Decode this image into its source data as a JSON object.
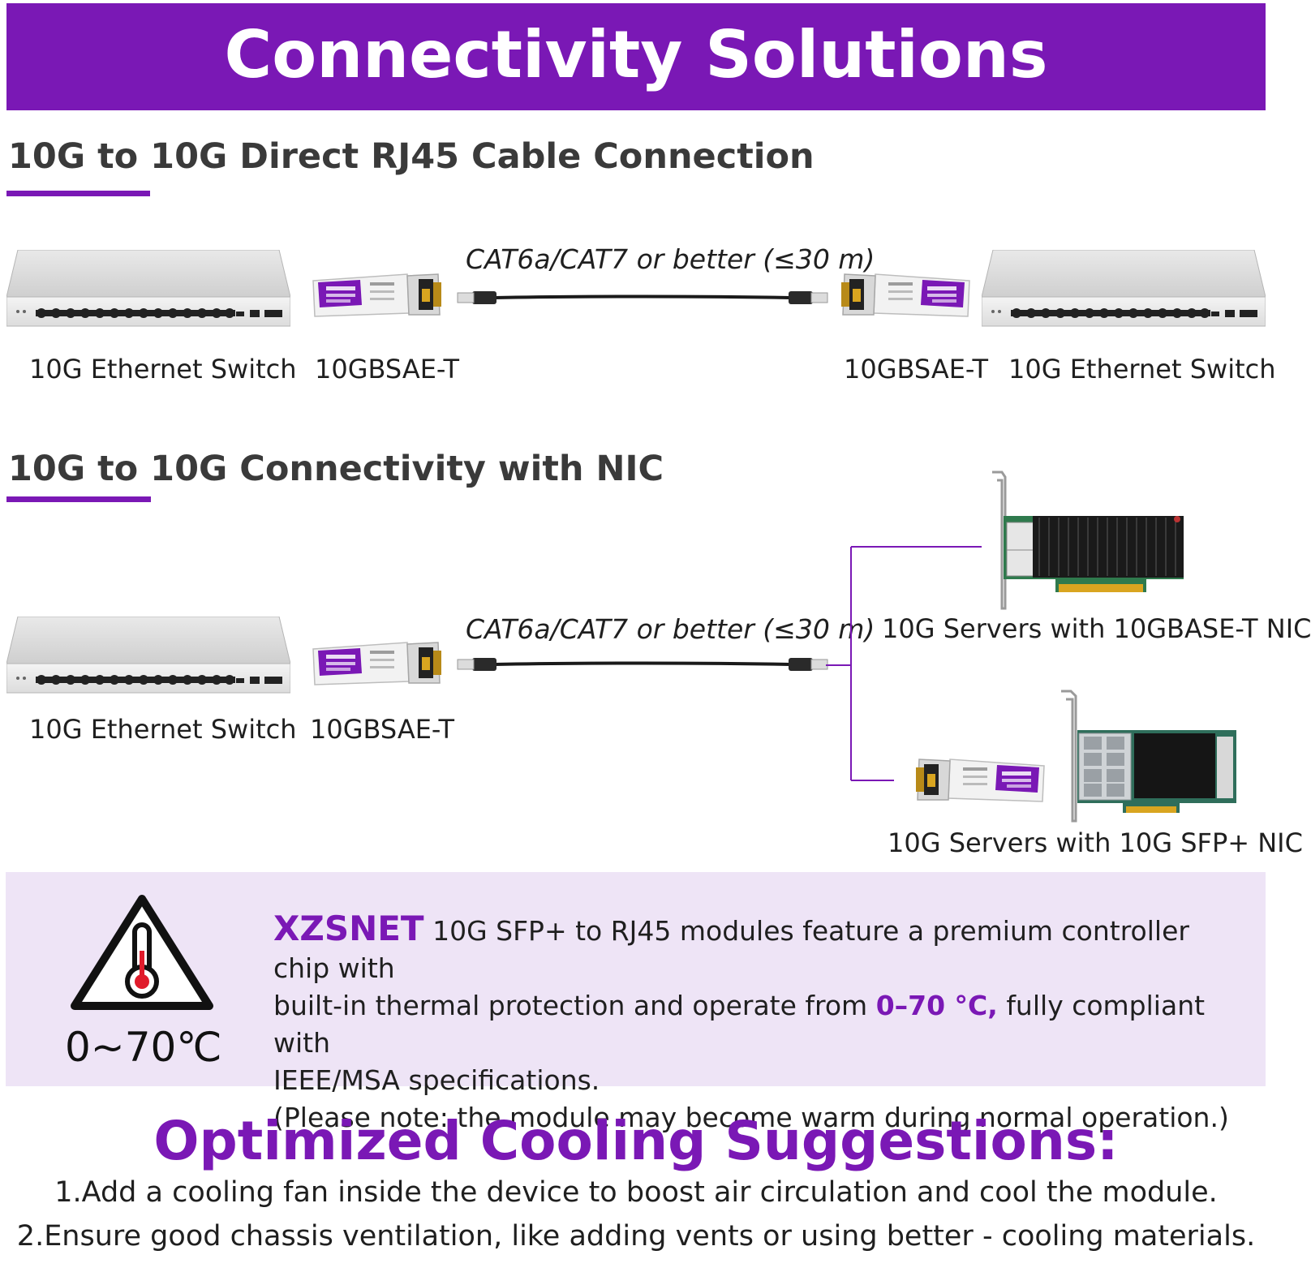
{
  "header": {
    "title": "Connectivity Solutions"
  },
  "section1": {
    "title": "10G to 10G Direct RJ45 Cable Connection",
    "cable_label": "CAT6a/CAT7 or better (≤30 m)",
    "left_switch_label": "10G Ethernet Switch",
    "left_module_label": "10GBSAE-T",
    "right_module_label": "10GBSAE-T",
    "right_switch_label": "10G Ethernet Switch"
  },
  "section2": {
    "title": "10G to 10G Connectivity with NIC",
    "cable_label": "CAT6a/CAT7 or better (≤30 m)",
    "switch_label": "10G Ethernet Switch",
    "module_label": "10GBSAE-T",
    "server1_label": "10G Servers with 10GBASE-T NIC",
    "server2_label": "10G Servers with 10G SFP+ NIC"
  },
  "note": {
    "brand": "XZSNET",
    "line1": "10G SFP+ to RJ45 modules feature a premium controller chip with",
    "line2_pre": "built-in thermal protection and operate from ",
    "temp_range": "0–70 °C,",
    "line2_post": " fully compliant with",
    "line3": "IEEE/MSA specifications.",
    "line4": "(Please note: the module may become warm during normal operation.)",
    "temp_icon_label": "0~70℃",
    "icon": "thermometer-warning-icon"
  },
  "cooling": {
    "title": "Optimized Cooling Suggestions:",
    "tips": [
      "1.Add a cooling fan inside the device to boost air circulation and cool the module.",
      "2.Ensure good chassis ventilation, like adding vents or using better - cooling materials."
    ]
  },
  "colors": {
    "accent": "#7a18b5",
    "note_bg": "#eee4f6",
    "text": "#1f1f1f"
  }
}
